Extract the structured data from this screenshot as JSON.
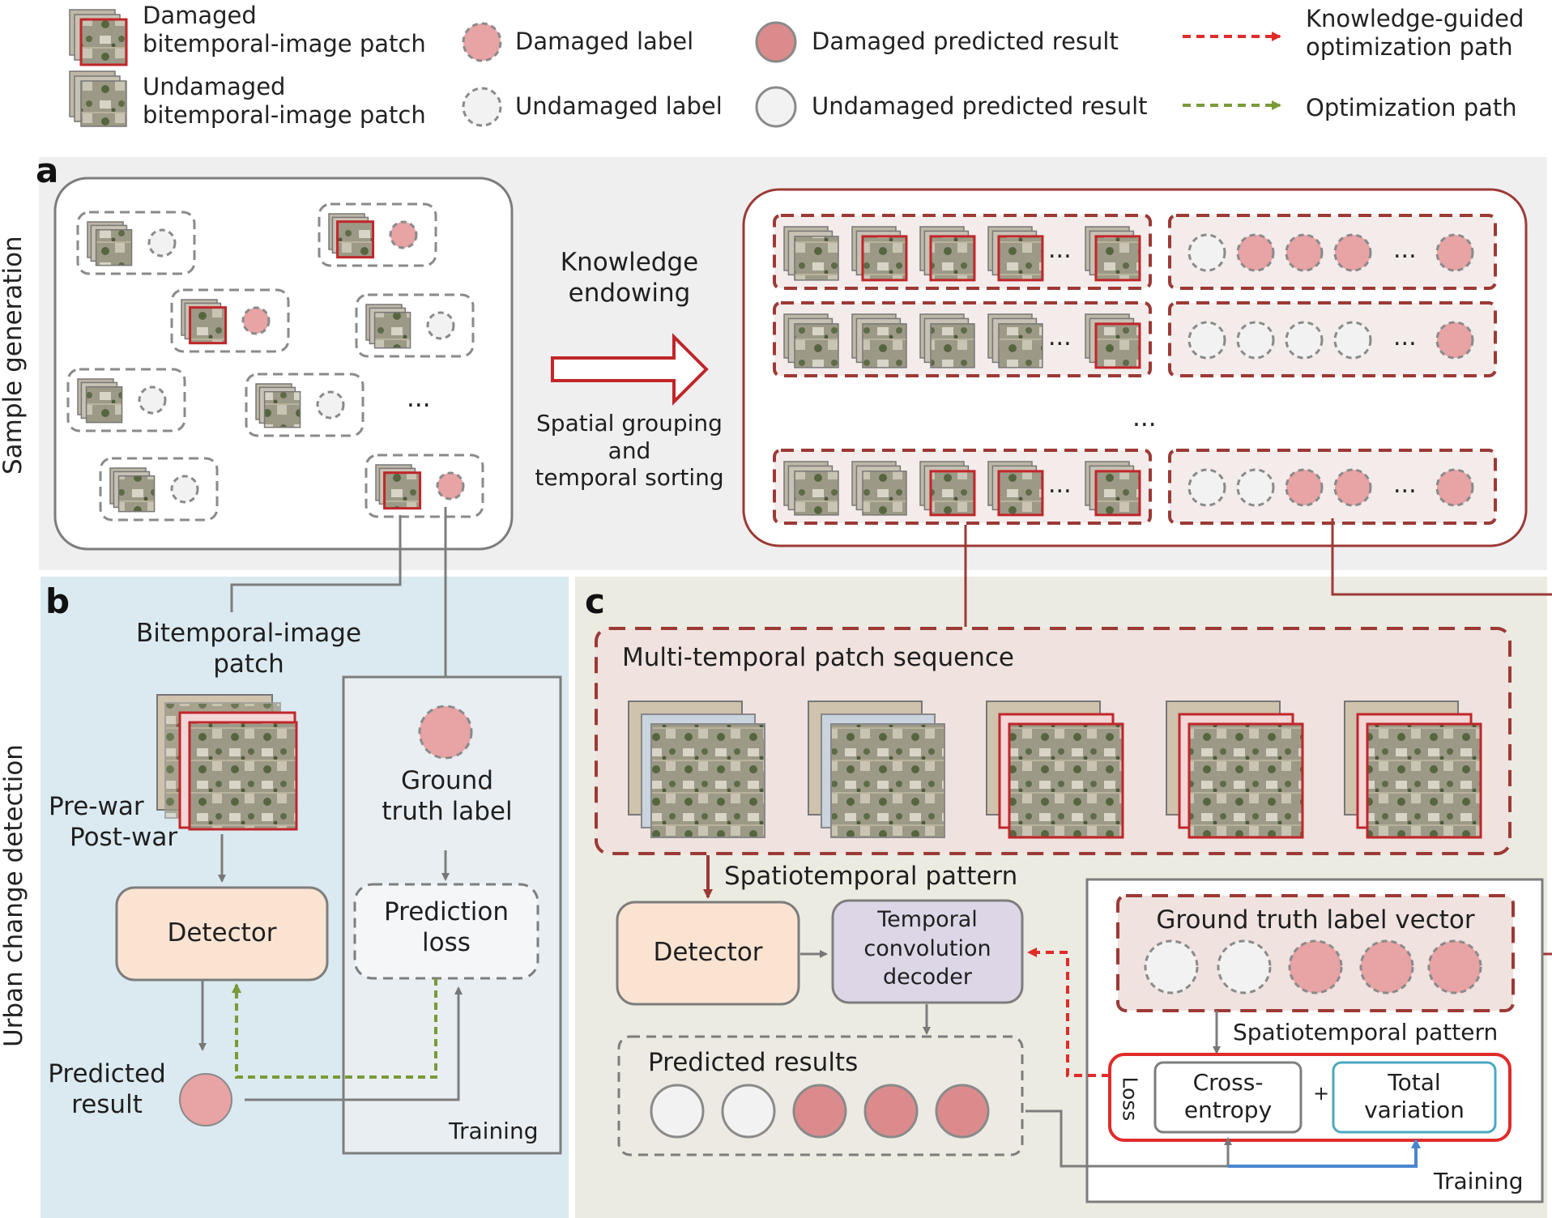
{
  "legend": {
    "damaged_patch": "Damaged\nbitemporal-image patch",
    "undamaged_patch": "Undamaged\nbitemporal-image patch",
    "damaged_label": "Damaged label",
    "undamaged_label": "Undamaged label",
    "damaged_pred": "Damaged predicted result",
    "undamaged_pred": "Undamaged predicted result",
    "knowledge_path": "Knowledge-guided\noptimization path",
    "opt_path": "Optimization path"
  },
  "panel_a": {
    "letter": "a",
    "side_label": "Sample generation",
    "knowledge_endowing": "Knowledge\nendowing",
    "grouping": "Spatial grouping\nand\ntemporal sorting",
    "ellipsis": "..."
  },
  "panel_b": {
    "letter": "b",
    "side_label": "Urban change detection",
    "patch_title": "Bitemporal-image\npatch",
    "pre_war": "Pre-war",
    "post_war": "Post-war",
    "detector": "Detector",
    "ground_truth": "Ground\ntruth label",
    "prediction_loss": "Prediction\nloss",
    "predicted_result": "Predicted\nresult",
    "training": "Training"
  },
  "panel_c": {
    "letter": "c",
    "sequence_title": "Multi-temporal patch sequence",
    "spatiotemporal_pattern": "Spatiotemporal pattern",
    "detector": "Detector",
    "decoder": "Temporal\nconvolution\ndecoder",
    "gt_vector": "Ground truth label vector",
    "spatiotemporal_pattern_2": "Spatiotemporal pattern",
    "predicted_results": "Predicted results",
    "loss": "Loss",
    "cross_entropy": "Cross-\nentropy",
    "plus": "+",
    "total_variation": "Total\nvariation",
    "training": "Training"
  },
  "colors": {
    "damaged_fill": "#e8a3a5",
    "damaged_stroke": "#8a8a8a",
    "dark_red": "#9c3a36",
    "red": "#e02b2b",
    "green": "#7a9a38",
    "blue": "#4a86d0",
    "panel_a_bg": "#efefef",
    "panel_b_bg": "#dbeaf0",
    "panel_c_bg": "#ecebe2",
    "detector_fill": "#fbe3d2",
    "decoder_fill": "#dcd6e6"
  }
}
